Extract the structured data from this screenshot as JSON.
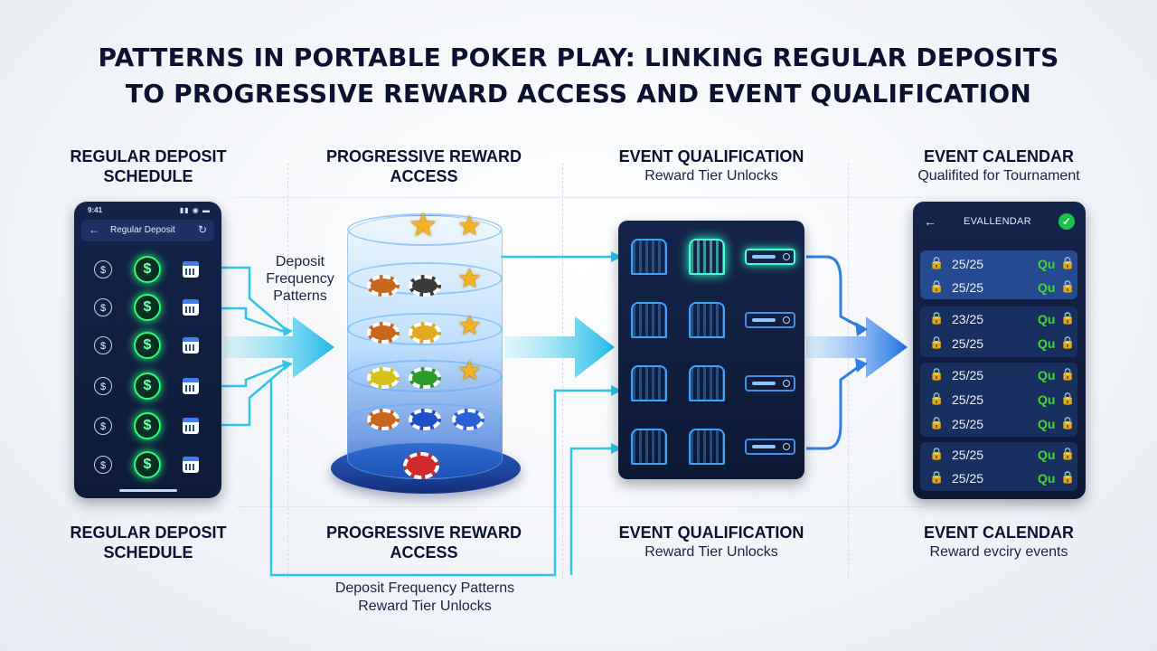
{
  "title": {
    "line1": "PATTERNS IN PORTABLE POKER PLAY: LINKING REGULAR DEPOSITS",
    "line2": "TO PROGRESSIVE REWARD ACCESS AND EVENT QUALIFICATION"
  },
  "columns_top": [
    {
      "heading": [
        "REGULAR DEPOSIT",
        "SCHEDULE"
      ],
      "sub": ""
    },
    {
      "heading": [
        "PROGRESSIVE REWARD",
        "ACCESS"
      ],
      "sub": ""
    },
    {
      "heading": [
        "EVENT QUALIFICATION"
      ],
      "sub": "Reward Tier Unlocks"
    },
    {
      "heading": [
        "EVENT CALENDAR"
      ],
      "sub": "Qualifited for Tournament"
    }
  ],
  "columns_bottom": [
    {
      "heading": [
        "REGULAR DEPOSIT",
        "SCHEDULE"
      ],
      "sub": ""
    },
    {
      "heading": [
        "PROGRESSIVE REWARD",
        "ACCESS"
      ],
      "sub": ""
    },
    {
      "heading": [
        "EVENT QUALIFICATION"
      ],
      "sub": "Reward Tier Unlocks"
    },
    {
      "heading": [
        "EVENT CALENDAR"
      ],
      "sub": "Reward evciry events"
    }
  ],
  "deposit_phone": {
    "time": "9:41",
    "signal": "▮▮ ◉ ▬",
    "title": "Regular Deposit",
    "back_icon": "←",
    "refresh_icon": "↻",
    "small_coin": "$",
    "big_coin": "$",
    "rows": 6
  },
  "side_label": {
    "lines": [
      "Deposit",
      "Frequency",
      "Patterns"
    ]
  },
  "bottom_label": {
    "lines": [
      "Deposit Frequency Patterns",
      "Reward Tier Unlocks"
    ]
  },
  "calendar_phone": {
    "back_icon": "←",
    "title": "EVALLENDAR",
    "check_icon": "✓",
    "lock_icon": "🔒",
    "groups": [
      {
        "selected": true,
        "rows": [
          {
            "date": "25/25",
            "tag": "Qu"
          },
          {
            "date": "25/25",
            "tag": "Qu"
          }
        ]
      },
      {
        "selected": false,
        "rows": [
          {
            "date": "23/25",
            "tag": "Qu"
          },
          {
            "date": "25/25",
            "tag": "Qu"
          }
        ]
      },
      {
        "selected": false,
        "rows": [
          {
            "date": "25/25",
            "tag": "Qu"
          },
          {
            "date": "25/25",
            "tag": "Qu"
          },
          {
            "date": "25/25",
            "tag": "Qu"
          }
        ]
      },
      {
        "selected": false,
        "rows": [
          {
            "date": "25/25",
            "tag": "Qu"
          },
          {
            "date": "25/25",
            "tag": "Qu"
          }
        ]
      }
    ]
  },
  "icons": {
    "star": "★",
    "gate": "gate-icon",
    "chip": "poker-chip-icon"
  },
  "colors": {
    "arrow": "#2fc4e8",
    "arrow_blue": "#2f7ee6",
    "glow_green": "#2aff7a",
    "panel": "#0f1d3e",
    "star": "#f5b31f"
  }
}
